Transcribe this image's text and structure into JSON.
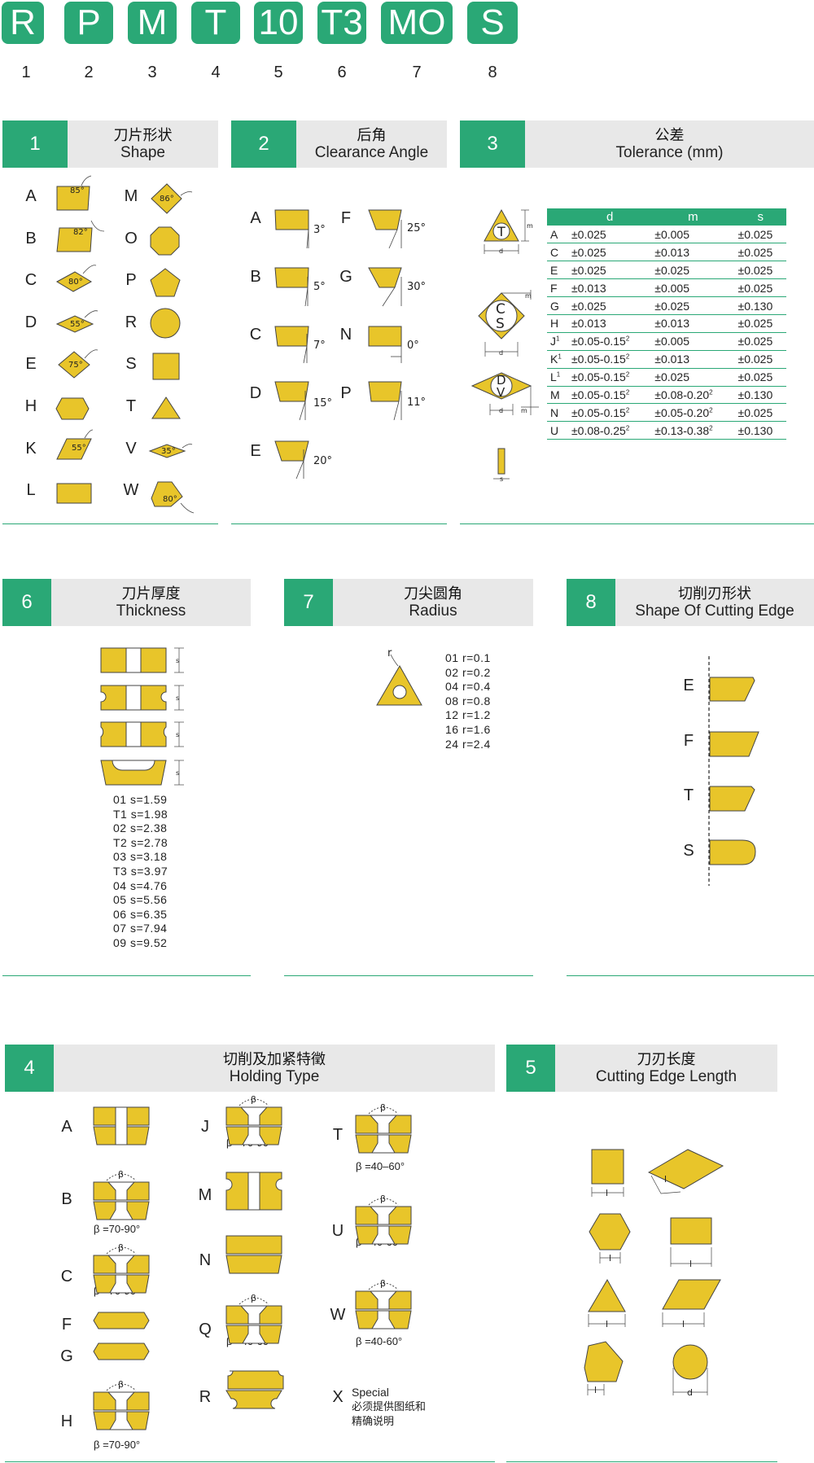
{
  "code": {
    "letters": [
      "R",
      "P",
      "M",
      "T",
      "10",
      "T3",
      "MO",
      "S"
    ],
    "positions": [
      "1",
      "2",
      "3",
      "4",
      "5",
      "6",
      "7",
      "8"
    ]
  },
  "colors": {
    "accent": "#2aa876",
    "insert": "#e8c52a",
    "header_bg": "#e8e8e8"
  },
  "sections": {
    "s1": {
      "num": "1",
      "zh": "刀片形状",
      "en": "Shape",
      "left": [
        {
          "k": "A",
          "angle": "85°"
        },
        {
          "k": "B",
          "angle": "82°"
        },
        {
          "k": "C",
          "angle": "80°"
        },
        {
          "k": "D",
          "angle": "55°"
        },
        {
          "k": "E",
          "angle": "75°"
        },
        {
          "k": "H",
          "angle": ""
        },
        {
          "k": "K",
          "angle": "55°"
        },
        {
          "k": "L",
          "angle": ""
        }
      ],
      "right": [
        {
          "k": "M",
          "angle": "86°"
        },
        {
          "k": "O",
          "angle": ""
        },
        {
          "k": "P",
          "angle": ""
        },
        {
          "k": "R",
          "angle": ""
        },
        {
          "k": "S",
          "angle": ""
        },
        {
          "k": "T",
          "angle": ""
        },
        {
          "k": "V",
          "angle": "35°"
        },
        {
          "k": "W",
          "angle": "80°"
        }
      ]
    },
    "s2": {
      "num": "2",
      "zh": "后角",
      "en": "Clearance Angle",
      "left": [
        {
          "k": "A",
          "angle": "3°"
        },
        {
          "k": "B",
          "angle": "5°"
        },
        {
          "k": "C",
          "angle": "7°"
        },
        {
          "k": "D",
          "angle": "15°"
        },
        {
          "k": "E",
          "angle": "20°"
        }
      ],
      "right": [
        {
          "k": "F",
          "angle": "25°"
        },
        {
          "k": "G",
          "angle": "30°"
        },
        {
          "k": "N",
          "angle": "0°"
        },
        {
          "k": "P",
          "angle": "11°"
        }
      ]
    },
    "s3": {
      "num": "3",
      "zh": "公差",
      "en": "Tolerance (mm)",
      "fig_letters": {
        "t": "T",
        "cs1": "C",
        "cs2": "S",
        "dv1": "D",
        "dv2": "V",
        "d": "d",
        "m": "m",
        "s": "s"
      },
      "cols": [
        "d",
        "m",
        "s"
      ],
      "rows": [
        {
          "k": "A",
          "d": "±0.025",
          "m": "±0.005",
          "s": "±0.025"
        },
        {
          "k": "C",
          "d": "±0.025",
          "m": "±0.013",
          "s": "±0.025"
        },
        {
          "k": "E",
          "d": "±0.025",
          "m": "±0.025",
          "s": "±0.025"
        },
        {
          "k": "F",
          "d": "±0.013",
          "m": "±0.005",
          "s": "±0.025"
        },
        {
          "k": "G",
          "d": "±0.025",
          "m": "±0.025",
          "s": "±0.130"
        },
        {
          "k": "H",
          "d": "±0.013",
          "m": "±0.013",
          "s": "±0.025"
        },
        {
          "k": "J",
          "ks": "1",
          "d": "±0.05-0.15",
          "ds": "2",
          "m": "±0.005",
          "s": "±0.025"
        },
        {
          "k": "K",
          "ks": "1",
          "d": "±0.05-0.15",
          "ds": "2",
          "m": "±0.013",
          "s": "±0.025"
        },
        {
          "k": "L",
          "ks": "1",
          "d": "±0.05-0.15",
          "ds": "2",
          "m": "±0.025",
          "s": "±0.025"
        },
        {
          "k": "M",
          "d": "±0.05-0.15",
          "ds": "2",
          "m": "±0.08-0.20",
          "ms": "2",
          "s": "±0.130"
        },
        {
          "k": "N",
          "d": "±0.05-0.15",
          "ds": "2",
          "m": "±0.05-0.20",
          "ms": "2",
          "s": "±0.025"
        },
        {
          "k": "U",
          "d": "±0.08-0.25",
          "ds": "2",
          "m": "±0.13-0.38",
          "ms": "2",
          "s": "±0.130"
        }
      ]
    },
    "s6": {
      "num": "6",
      "zh": "刀片厚度",
      "en": "Thickness",
      "dim": "s",
      "items": [
        "01 s=1.59",
        "T1 s=1.98",
        "02 s=2.38",
        "T2 s=2.78",
        "03 s=3.18",
        "T3 s=3.97",
        "04 s=4.76",
        "05 s=5.56",
        "06 s=6.35",
        "07 s=7.94",
        "09 s=9.52"
      ]
    },
    "s7": {
      "num": "7",
      "zh": "刀尖圆角",
      "en": "Radius",
      "dim": "r",
      "items": [
        "01 r=0.1",
        "02 r=0.2",
        "04 r=0.4",
        "08 r=0.8",
        "12 r=1.2",
        "16 r=1.6",
        "24 r=2.4"
      ]
    },
    "s8": {
      "num": "8",
      "zh": "切削刃形状",
      "en": "Shape Of Cutting Edge",
      "items": [
        "E",
        "F",
        "T",
        "S"
      ]
    },
    "s4": {
      "num": "4",
      "zh": "切削及加紧特徵",
      "en": "Holding Type",
      "beta": "β",
      "col1": [
        {
          "k": "A",
          "note": ""
        },
        {
          "k": "B",
          "note": "β =70-90°"
        },
        {
          "k": "C",
          "note": "β =70-90°"
        },
        {
          "k": "F",
          "note": ""
        },
        {
          "k": "G",
          "note": ""
        },
        {
          "k": "H",
          "note": "β =70-90°"
        }
      ],
      "col2": [
        {
          "k": "J",
          "note": "β =70-90°"
        },
        {
          "k": "M",
          "note": ""
        },
        {
          "k": "N",
          "note": ""
        },
        {
          "k": "Q",
          "note": "β =40-60°"
        },
        {
          "k": "R",
          "note": ""
        }
      ],
      "col3": [
        {
          "k": "T",
          "note": "β =40–60°"
        },
        {
          "k": "U",
          "note": "β =40-60°"
        },
        {
          "k": "W",
          "note": "β =40-60°"
        },
        {
          "k": "X",
          "note": ""
        }
      ],
      "special_en": "Special",
      "special_zh1": "必须提供图纸和",
      "special_zh2": "精确说明"
    },
    "s5": {
      "num": "5",
      "zh": "刀刃长度",
      "en": "Cutting Edge Length",
      "dim": "l",
      "dim_d": "d"
    }
  }
}
